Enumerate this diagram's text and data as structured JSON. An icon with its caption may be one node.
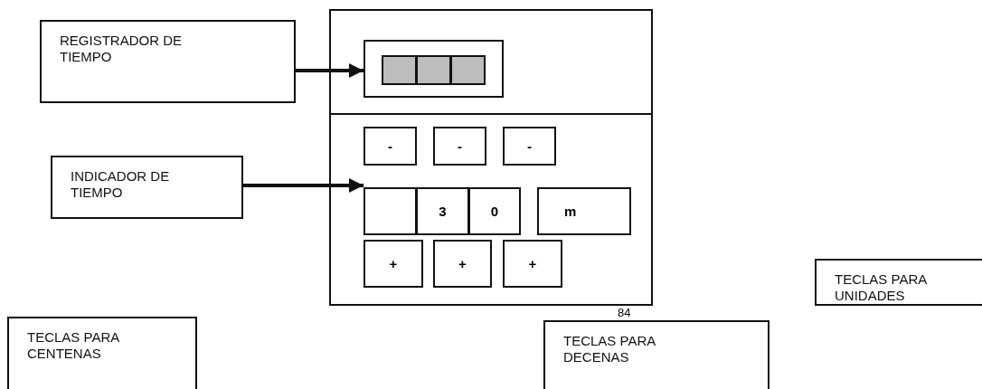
{
  "diagram": {
    "nodes": [
      {
        "text": [],
        "shape": "box"
      },
      {
        "text": [],
        "shape": "box",
        "in": 0
      },
      {
        "text": [],
        "shape": "box",
        "in": 1
      },
      {
        "text": [],
        "shape": "box",
        "in": 1
      },
      {
        "text": [],
        "shape": "box",
        "in": 1
      },
      {
        "text": [
          "REGISTRADOR DE TIEMPO"
        ]
      },
      {
        "text": [
          "INDICADOR DE TIEMPO"
        ]
      },
      {
        "text": [
          "-"
        ],
        "in": 0
      },
      {
        "text": [
          "-"
        ],
        "in": 0
      },
      {
        "text": [
          "-"
        ],
        "in": 0
      },
      {
        "text": [],
        "shape": "box",
        "in": 0
      },
      {
        "text": [
          "3"
        ],
        "in": 0
      },
      {
        "text": [
          "0"
        ],
        "in": 0
      },
      {
        "text": [
          "m"
        ],
        "in": 0
      },
      {
        "text": [
          "+"
        ],
        "in": 0
      },
      {
        "text": [
          "+"
        ],
        "in": 0
      },
      {
        "text": [
          "+"
        ],
        "in": 0
      },
      {
        "text": [
          "TECLAS PARA UNIDADES"
        ]
      },
      {
        "text": [
          "TECLAS PARA CENTENAS"
        ]
      },
      {
        "text": [
          "TECLAS PARA DECENAS"
        ]
      }
    ],
    "edges": [
      {
        "from": 5,
        "to": 1,
        "arrow": "to"
      },
      {
        "from": 6,
        "to": 10,
        "arrow": "to"
      }
    ],
    "labels": [
      "84"
    ]
  }
}
